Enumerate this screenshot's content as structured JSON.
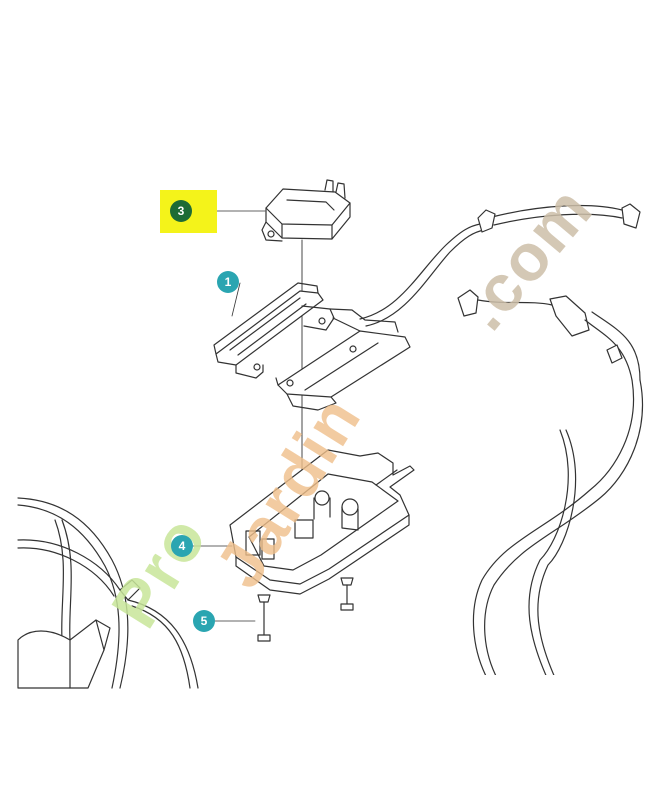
{
  "callouts": {
    "part3": "3",
    "part1": "1",
    "part4": "4",
    "part5": "5"
  },
  "watermark": {
    "brand_part1": "Pro",
    "brand_part2": "Jardin",
    "brand_part3": ".com"
  },
  "colors": {
    "callout_teal": "#2aa5b1",
    "highlight_yellow": "#f4f31a",
    "highlight_dot_green": "#1d6b35",
    "watermark_green": "#c8e69a",
    "watermark_orange": "#f0bf8a",
    "watermark_tan": "#cdbfa9",
    "line": "#333333"
  }
}
